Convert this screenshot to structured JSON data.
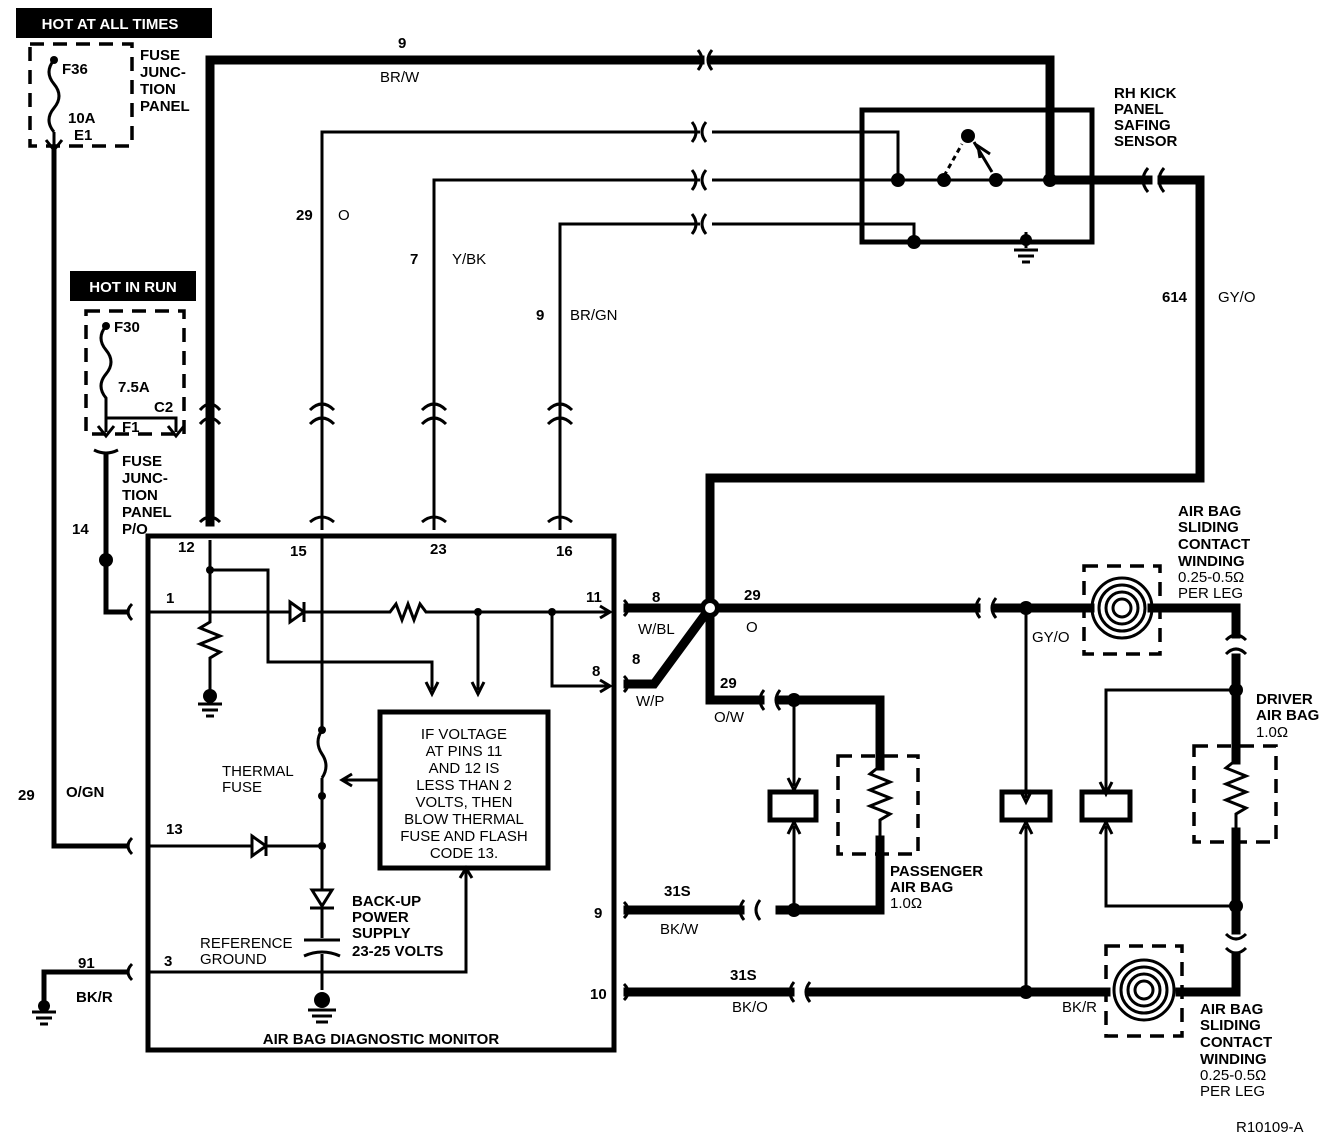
{
  "headers": {
    "hot_at_all_times": "HOT AT ALL TIMES",
    "hot_in_run": "HOT IN RUN"
  },
  "fuse_panel": {
    "label_lines": [
      "FUSE",
      "JUNC-",
      "TION",
      "PANEL"
    ],
    "fuse1": {
      "id": "F36",
      "rating": "10A",
      "terminal": "E1"
    },
    "fuse2": {
      "id": "F30",
      "rating": "7.5A",
      "terminal_c": "C2",
      "terminal_f": "F1"
    },
    "panel2_label_lines": [
      "FUSE",
      "JUNC-",
      "TION",
      "PANEL",
      "P/O"
    ]
  },
  "wires": {
    "w9_num": "9",
    "w9_color": "BR/W",
    "w29_num": "29",
    "w29_color": "O",
    "w7_num": "7",
    "w7_color": "Y/BK",
    "w9b_num": "9",
    "w9b_color": "BR/GN",
    "w614_num": "614",
    "w614_color": "GY/O",
    "w14_num": "14",
    "w29og_num": "29",
    "w29og_color": "O/GN",
    "w91_num": "91",
    "w91_color": "BK/R",
    "w8a_num": "8",
    "w8a_color": "W/BL",
    "w8b_num": "8",
    "w8b_color": "W/P",
    "w29o_num": "29",
    "w29o_color": "O",
    "w29ow_num": "29",
    "w29ow_color": "O/W",
    "w31s_num": "31S",
    "w31s_color": "BK/W",
    "w31s2_num": "31S",
    "w31s2_color": "BK/O",
    "gyo_right": "GY/O",
    "bkr_right": "BK/R"
  },
  "sensor": {
    "label_lines": [
      "RH KICK",
      "PANEL",
      "SAFING",
      "SENSOR"
    ]
  },
  "monitor": {
    "title": "AIR BAG DIAGNOSTIC MONITOR",
    "pins": {
      "p12": "12",
      "p15": "15",
      "p23": "23",
      "p16": "16",
      "p1": "1",
      "p11": "11",
      "p8": "8",
      "p13": "13",
      "p3": "3",
      "p9": "9",
      "p10": "10"
    },
    "logic_text": [
      "IF VOLTAGE",
      "AT PINS 11",
      "AND 12 IS",
      "LESS THAN 2",
      "VOLTS, THEN",
      "BLOW THERMAL",
      "FUSE AND FLASH",
      "CODE 13."
    ],
    "thermal_fuse": [
      "THERMAL",
      "FUSE"
    ],
    "backup": [
      "BACK-UP",
      "POWER",
      "SUPPLY",
      "23-25 VOLTS"
    ],
    "ref_ground": [
      "REFERENCE",
      "GROUND"
    ]
  },
  "airbags": {
    "passenger": [
      "PASSENGER",
      "AIR BAG",
      "1.0Ω"
    ],
    "driver": [
      "DRIVER",
      "AIR BAG",
      "1.0Ω"
    ],
    "winding_top": [
      "AIR BAG",
      "SLIDING",
      "CONTACT",
      "WINDING",
      "0.25-0.5Ω",
      "PER LEG"
    ],
    "winding_bottom": [
      "AIR BAG",
      "SLIDING",
      "CONTACT",
      "WINDING",
      "0.25-0.5Ω",
      "PER LEG"
    ]
  },
  "figure_id": "R10109-A"
}
